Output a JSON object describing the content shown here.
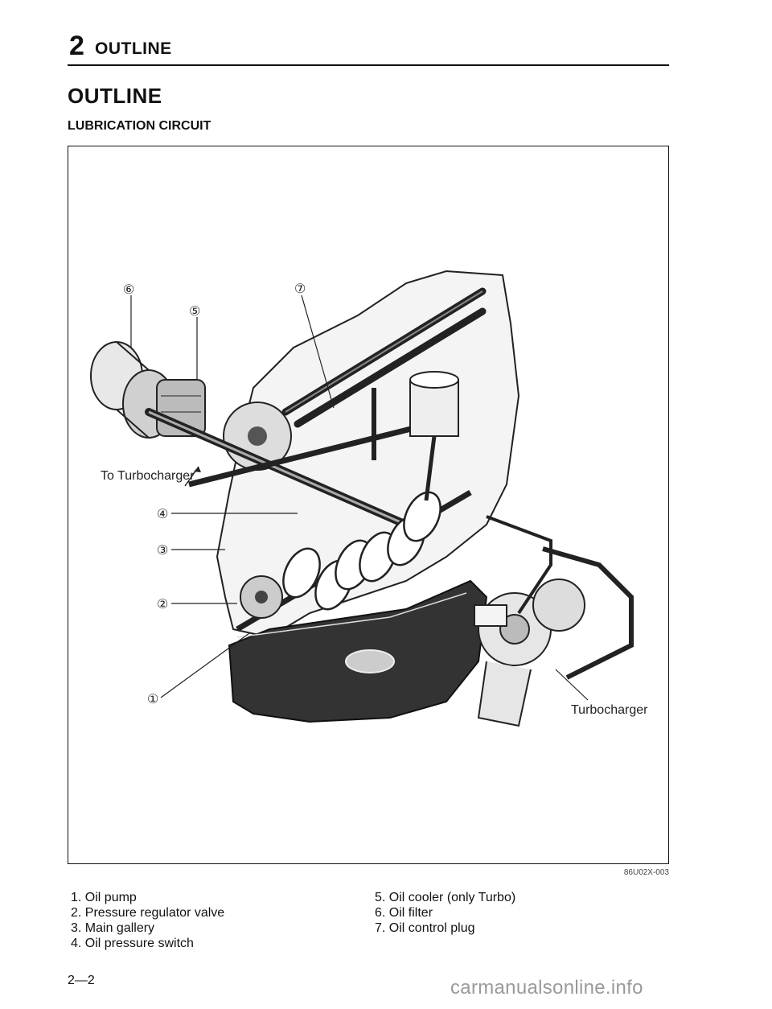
{
  "header": {
    "section_number": "2",
    "section_title": "OUTLINE"
  },
  "page_title": "OUTLINE",
  "subsection_title": "LUBRICATION CIRCUIT",
  "figure": {
    "label_turbocharger_inlet": "To Turbocharger",
    "label_turbocharger": "Turbocharger",
    "callouts": [
      "①",
      "②",
      "③",
      "④",
      "⑤",
      "⑥",
      "⑦"
    ],
    "code": "86U02X-003"
  },
  "legend": {
    "left": [
      "1. Oil pump",
      "2. Pressure regulator valve",
      "3. Main gallery",
      "4. Oil pressure switch"
    ],
    "right": [
      "5. Oil cooler (only Turbo)",
      "6. Oil filter",
      "7. Oil control plug"
    ]
  },
  "page_number": "2—2",
  "watermark": "carmanualsonline.info"
}
